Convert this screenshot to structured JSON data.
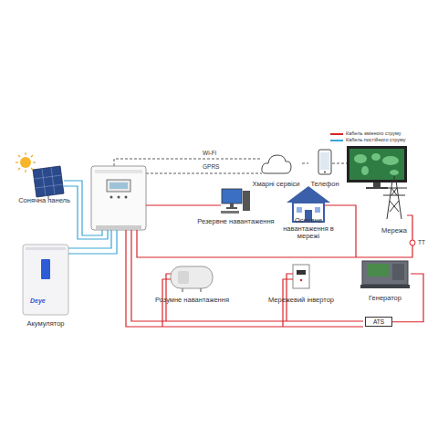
{
  "diagram": {
    "nodes": [
      {
        "text": [
          "Хмарні сервіси"
        ]
      },
      {
        "text": [
          "Телефон"
        ]
      },
      {
        "text": [
          "Сонячна панель"
        ]
      },
      {
        "text": [
          "Резервне навантаження"
        ]
      },
      {
        "text": [
          "Основне навантаження в мережі"
        ]
      },
      {
        "text": [
          "Мережа"
        ]
      },
      {
        "text": [
          "Акумулятор"
        ]
      },
      {
        "text": [
          "Розумне навантаження"
        ]
      },
      {
        "text": [
          "Мережевий інвертор"
        ]
      },
      {
        "text": [
          "Генератор"
        ]
      },
      {
        "text": [
          "ATS"
        ]
      }
    ],
    "edges": [
      {
        "from": 0,
        "to": 1,
        "arrow": "none"
      },
      {
        "from": 9,
        "to": 10,
        "arrow": "none"
      }
    ],
    "labels": [
      "Wi-Fi",
      "GPRS",
      "ТТ",
      "Deye"
    ],
    "legend": [
      {
        "text": "Кабель змінного струму",
        "color": "#d9232a"
      },
      {
        "text": "Кабель постійного струму",
        "color": "#3aa6d8"
      }
    ]
  }
}
